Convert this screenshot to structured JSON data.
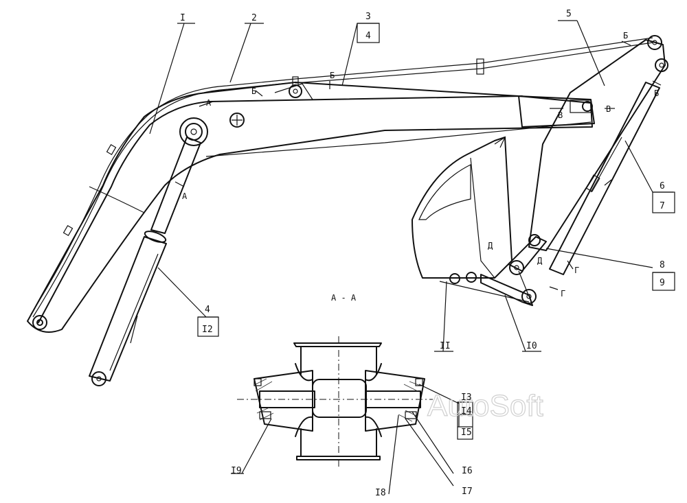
{
  "watermark": "AutoSoft",
  "section_title": "А - А",
  "callouts": {
    "c1": "I",
    "c2": "2",
    "c3": "3",
    "c4a": "4",
    "c5": "5",
    "c6": "6",
    "c7": "7",
    "c8": "8",
    "c9": "9",
    "c10": "I0",
    "c11": "II",
    "c4b": "4",
    "c12": "I2",
    "c13": "I3",
    "c14": "I4",
    "c15": "I5",
    "c16": "I6",
    "c17": "I7",
    "c18": "I8",
    "c19": "I9"
  },
  "section_marks": {
    "a1": "А",
    "a2": "А",
    "b1": "Б",
    "b2": "Б",
    "b3": "Б",
    "b4": "Б",
    "v1": "В",
    "v2": "В",
    "g1": "Г",
    "g2": "Г",
    "d1": "Д",
    "d2": "Д"
  }
}
